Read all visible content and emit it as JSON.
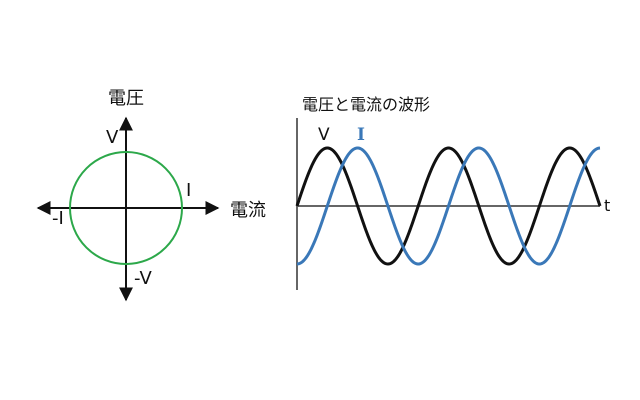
{
  "lissajous": {
    "y_axis_label": "電圧",
    "x_axis_label": "電流",
    "pos_v": "V",
    "neg_v": "-V",
    "pos_i": "I",
    "neg_i": "-I"
  },
  "waveform": {
    "title": "電圧と電流の波形",
    "v_label": "V",
    "i_label": "I",
    "t_label": "t"
  },
  "colors": {
    "circle": "#2ca84a",
    "voltage": "#111111",
    "current": "#3a78b8",
    "axis": "#666666"
  },
  "chart_data": {
    "type": "line",
    "series": [
      {
        "name": "V",
        "function": "sin",
        "phase_deg": 0
      },
      {
        "name": "I",
        "function": "sin",
        "phase_deg": -90
      }
    ],
    "cycles": 2.5
  }
}
